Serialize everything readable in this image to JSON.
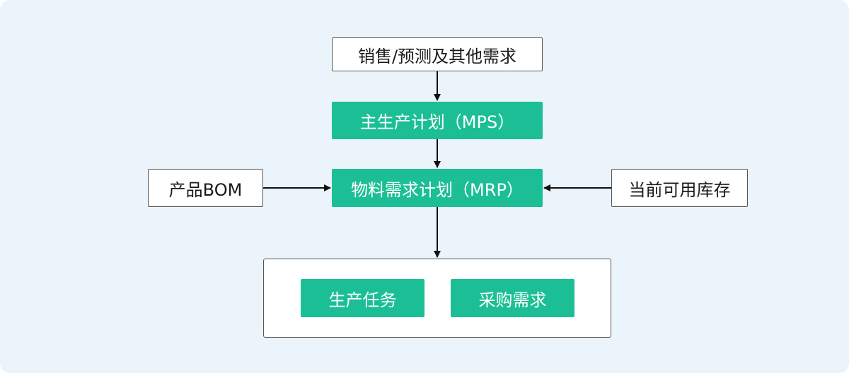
{
  "nodes": {
    "sales_forecast": "销售/预测及其他需求",
    "mps": "主生产计划（MPS）",
    "mrp": "物料需求计划（MRP）",
    "bom": "产品BOM",
    "inventory": "当前可用库存",
    "production_tasks": "生产任务",
    "purchase_demand": "采购需求"
  },
  "colors": {
    "background": "#ebf3fb",
    "accent": "#1cbf95",
    "box_border": "#555555",
    "arrow": "#111111"
  }
}
